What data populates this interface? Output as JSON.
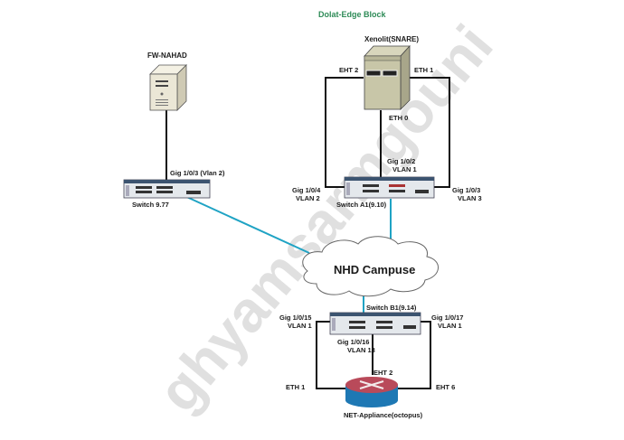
{
  "title": "Dolat-Edge Block",
  "watermark": "ghyamsarmgouni",
  "colors": {
    "title": "#2e8b57",
    "campus_link": "#1fa3c4",
    "local_link": "#111111",
    "router_top": "#b94a5a",
    "router_base": "#1e78b4",
    "server": "#c8c6a8"
  },
  "nodes": {
    "fw": {
      "name": "FW-NAHAD",
      "icon": "server-tower-icon"
    },
    "xenolit": {
      "name": "Xenolit(SNARE)",
      "icon": "server-tower-icon"
    },
    "switch_977": {
      "name": "Switch 9.77",
      "icon": "switch-icon"
    },
    "switch_a1": {
      "name": "Switch A1(9.10)",
      "icon": "switch-icon"
    },
    "switch_b1": {
      "name": "Switch  B1(9.14)",
      "icon": "switch-icon"
    },
    "cloud": {
      "name": "NHD Campuse",
      "icon": "cloud-icon"
    },
    "appliance": {
      "name": "NET-Appliance(octopus)",
      "icon": "router-icon"
    }
  },
  "ports": {
    "fw_link": "Gig 1/0/3 (Vlan  2)",
    "x_eht2": "EHT 2",
    "x_eth1": "ETH 1",
    "x_eth0": "ETH 0",
    "a1_p2": "Gig 1/0/2",
    "a1_p2_vlan": "VLAN 1",
    "a1_p4": "Gig 1/0/4",
    "a1_p4_vlan": "VLAN 2",
    "a1_p3": "Gig 1/0/3",
    "a1_p3_vlan": "VLAN 3",
    "b1_p15": "Gig 1/0/15",
    "b1_p15_vlan": "VLAN 1",
    "b1_p16": "Gig 1/0/16",
    "b1_p16_vlan": "VLAN 13",
    "b1_p17": "Gig 1/0/17",
    "b1_p17_vlan": "VLAN 1",
    "n_eth1": "ETH 1",
    "n_eht2": "EHT 2",
    "n_eht6": "EHT 6"
  }
}
